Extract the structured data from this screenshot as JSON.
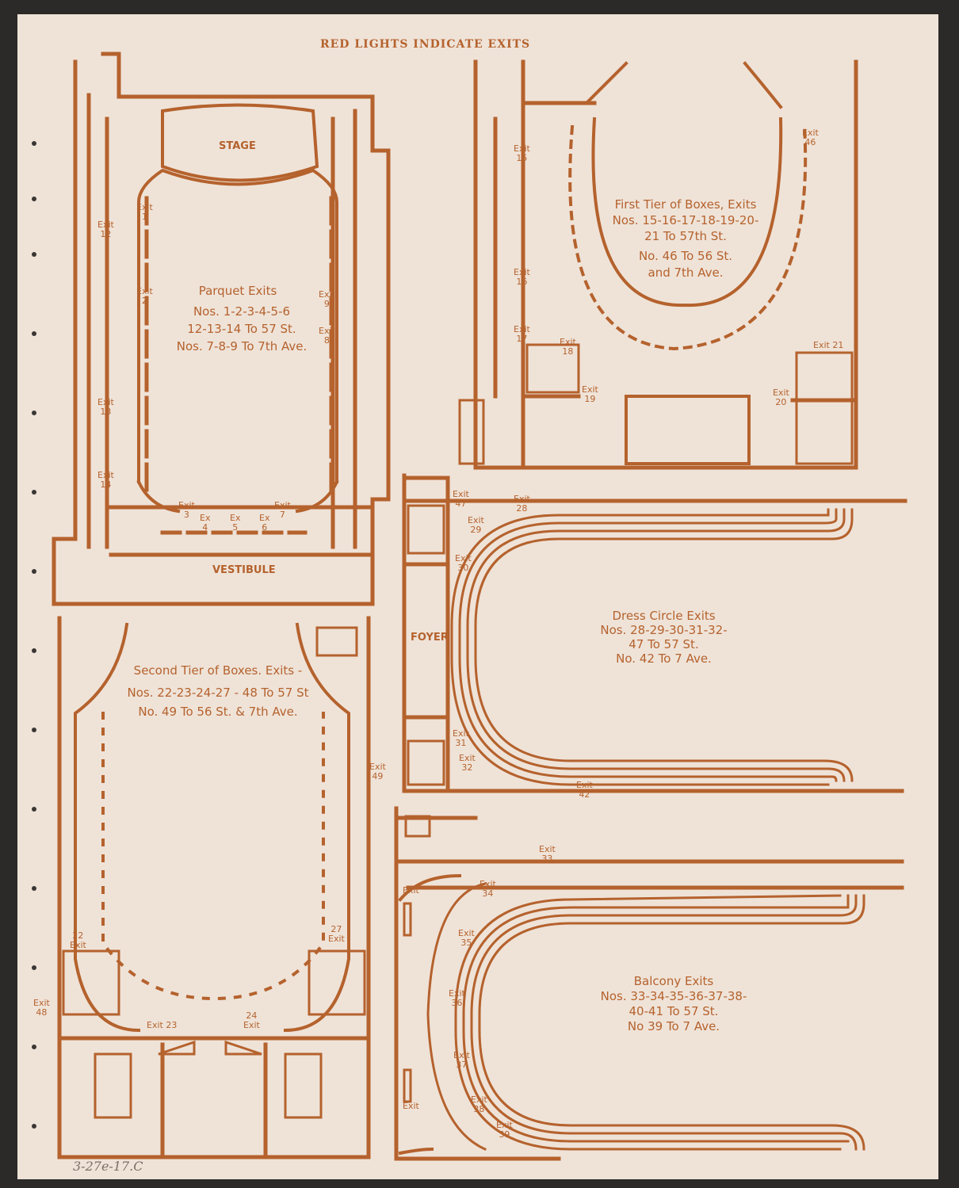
{
  "header": "RED LIGHTS INDICATE EXITS",
  "annotation": "3-27e-17.C",
  "parquet": {
    "stage": "STAGE",
    "vestibule": "VESTIBULE",
    "title": "Parquet Exits",
    "line1": "Nos. 1-2-3-4-5-6",
    "line2": "12-13-14 To 57 St.",
    "line3": "Nos. 7-8-9 To 7th Ave."
  },
  "first_tier": {
    "title": "First Tier of Boxes, Exits",
    "line1": "Nos. 15-16-17-18-19-20-",
    "line2": "21 To 57th St.",
    "line3": "No. 46 To 56 St.",
    "line4": "and 7th Ave."
  },
  "second_tier": {
    "title": "Second Tier of Boxes. Exits -",
    "line1": "Nos. 22-23-24-27 - 48 To 57 St",
    "line2": "No. 49 To 56 St. & 7th Ave."
  },
  "dress_circle": {
    "foyer": "FOYER",
    "title": "Dress Circle Exits",
    "line1": "Nos. 28-29-30-31-32-",
    "line2": "47 To 57 St.",
    "line3": "No. 42 To 7 Ave."
  },
  "balcony": {
    "title": "Balcony Exits",
    "line1": "Nos. 33-34-35-36-37-38-",
    "line2": "40-41 To 57 St.",
    "line3": "No 39 To 7 Ave."
  },
  "exits": {
    "e1": "Exit\n1",
    "e2": "Exit\n2",
    "e3": "Exit\n3",
    "e4": "Ex\n4",
    "e5": "Ex\n5",
    "e6": "Ex\n6",
    "e7": "Exit\n7",
    "e8": "Exit\n8",
    "e9": "Exit\n9",
    "e12": "Exit\n12",
    "e13": "Exit\n13",
    "e14": "Exit\n14",
    "e15": "Exit\n15",
    "e16": "Exit\n16",
    "e17": "Exit\n17",
    "e18": "Exit\n18",
    "e19": "Exit\n19",
    "e20": "Exit\n20",
    "e21": "Exit 21",
    "e46": "Exit\n46",
    "e22": "22\nExit",
    "e23": "Exit 23",
    "e24": "24\nExit",
    "e27": "27\nExit",
    "e48": "Exit\n48",
    "e49": "Exit\n49",
    "e28": "Exit\n28",
    "e29": "Exit\n29",
    "e30": "Exit\n30",
    "e31": "Exit\n31",
    "e32": "Exit\n32",
    "e42": "Exit\n42",
    "e47": "Exit\n47",
    "e33": "Exit\n33",
    "e34": "Exit\n34",
    "e35": "Exit\n35",
    "e36": "Exit\n36",
    "e37": "Exit\n37",
    "e38": "Exit\n38",
    "e39": "Exit\n39",
    "e40": "Exit",
    "e41": "Exit"
  }
}
